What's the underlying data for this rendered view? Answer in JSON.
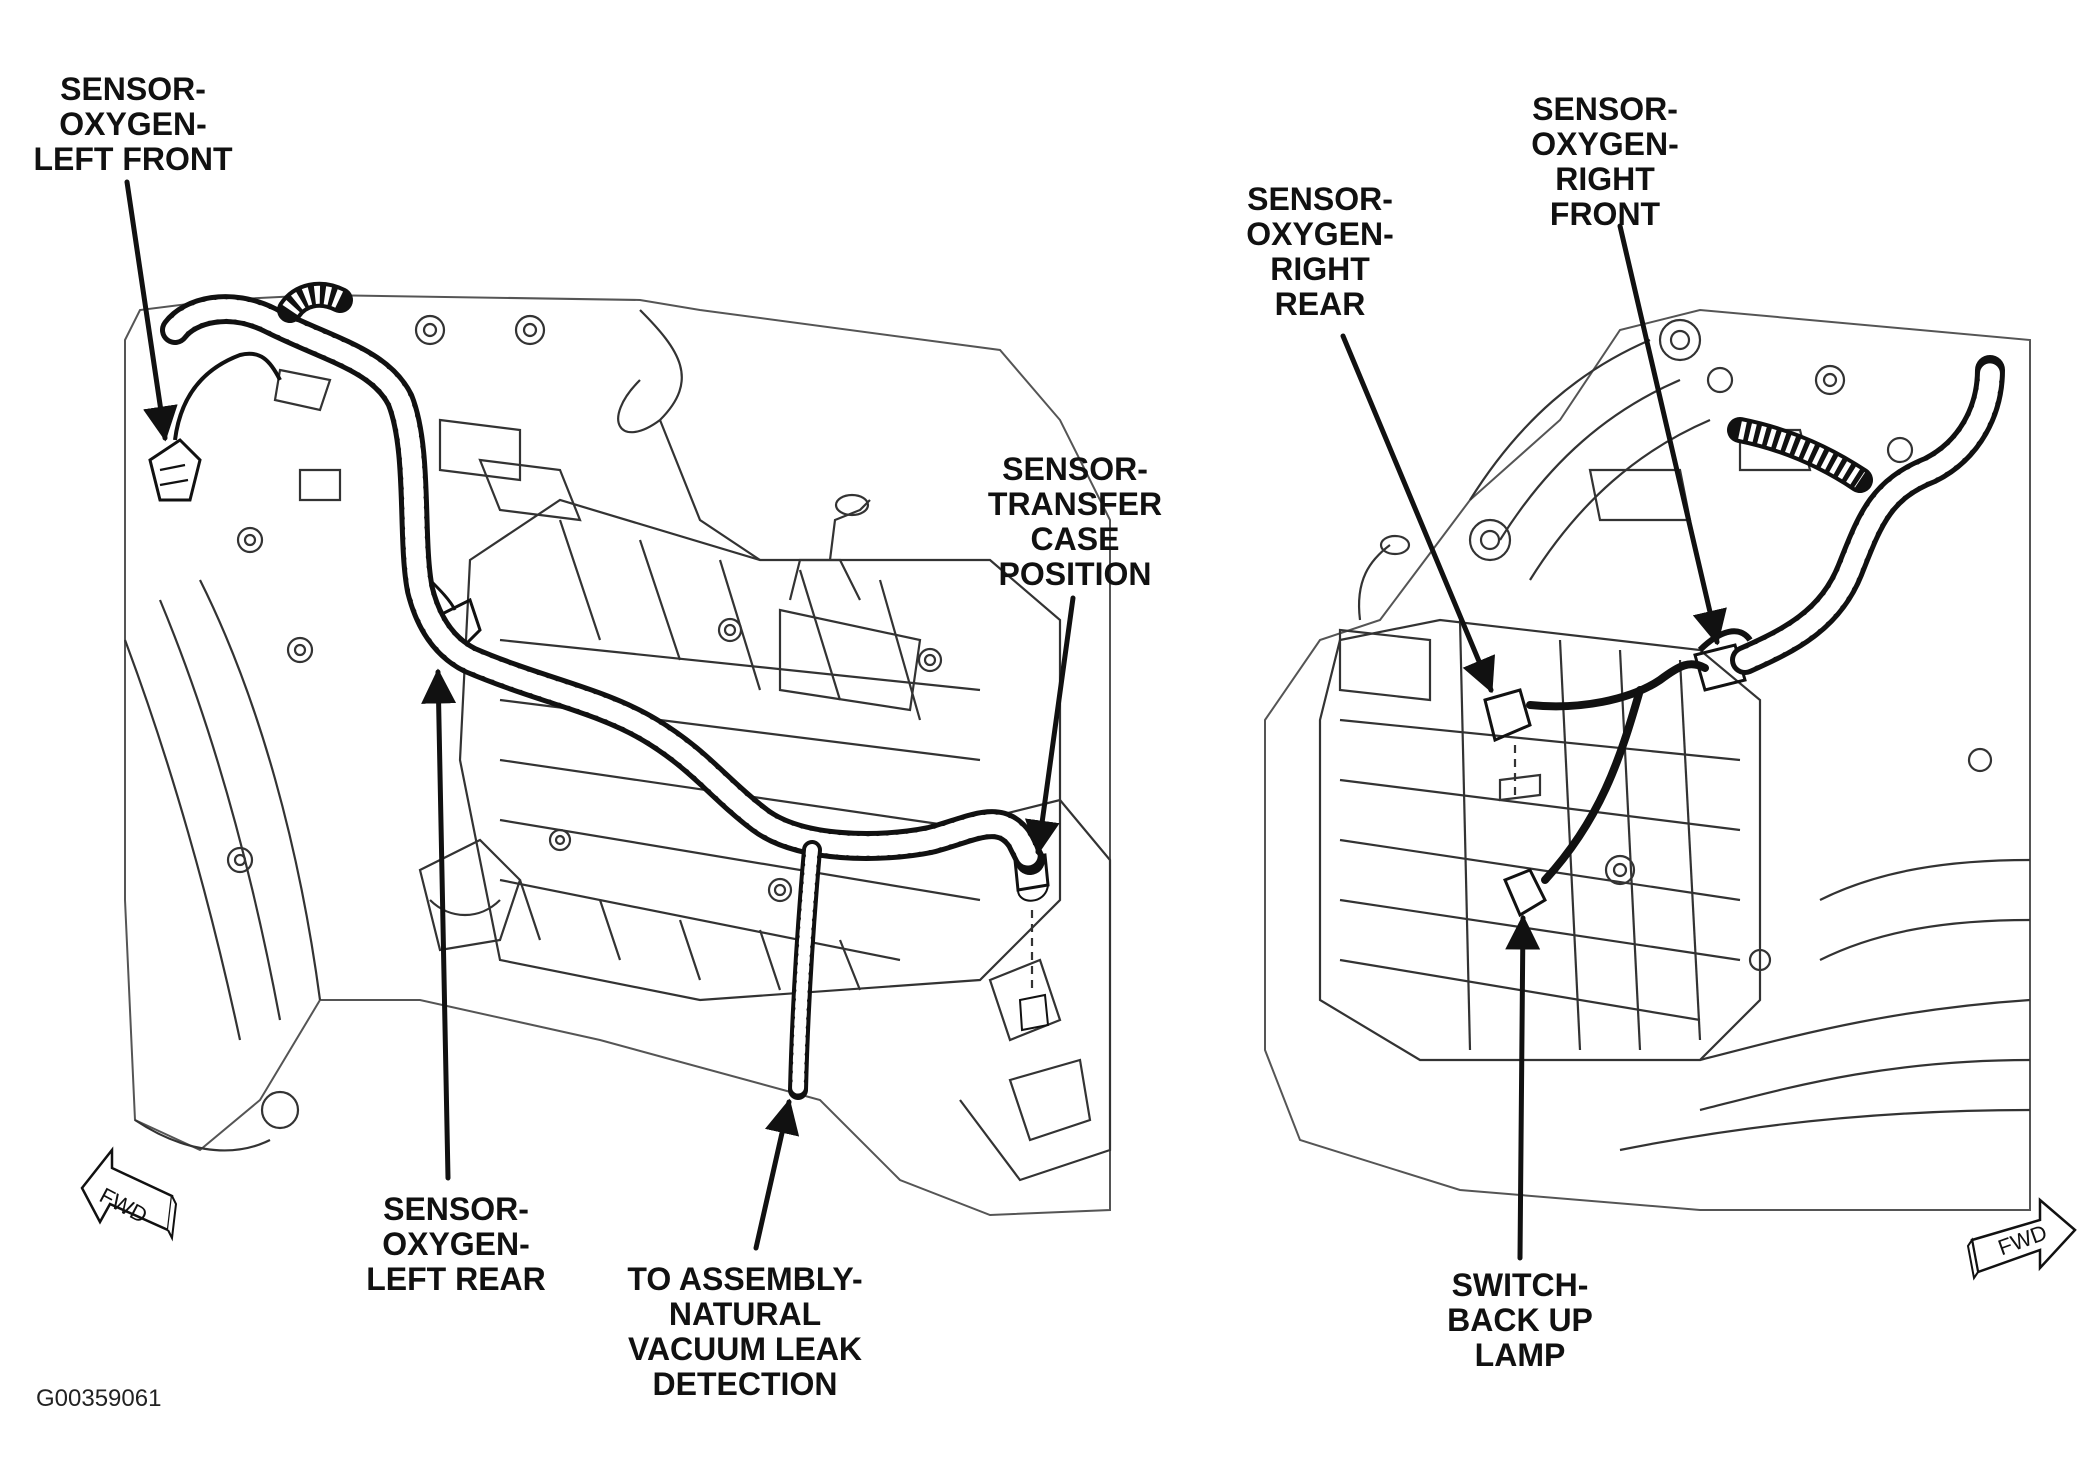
{
  "callouts": {
    "o2_left_front": [
      "SENSOR-",
      "OXYGEN-",
      "LEFT FRONT"
    ],
    "o2_left_rear": [
      "SENSOR-",
      "OXYGEN-",
      "LEFT REAR"
    ],
    "vacuum_leak": [
      "TO ASSEMBLY-",
      "NATURAL",
      "VACUUM LEAK",
      "DETECTION"
    ],
    "transfer_case": [
      "SENSOR-",
      "TRANSFER",
      "CASE",
      "POSITION"
    ],
    "o2_right_rear": [
      "SENSOR-",
      "OXYGEN-",
      "RIGHT",
      "REAR"
    ],
    "o2_right_front": [
      "SENSOR-",
      "OXYGEN-",
      "RIGHT",
      "FRONT"
    ],
    "backup_lamp": [
      "SWITCH-",
      "BACK UP",
      "LAMP"
    ]
  },
  "fwd_label": "FWD",
  "figure_id": "G00359061",
  "colors": {
    "ink": "#111111",
    "paper": "#ffffff",
    "line": "#333333"
  }
}
